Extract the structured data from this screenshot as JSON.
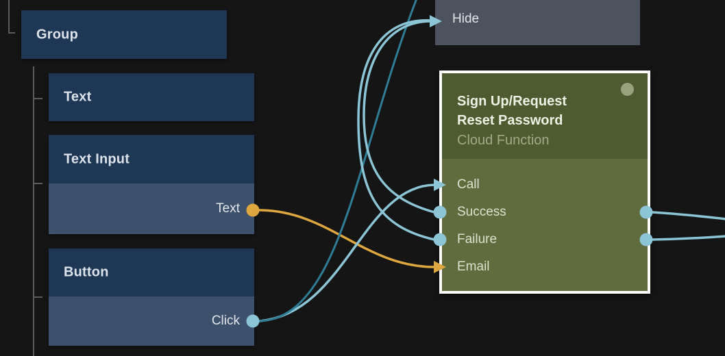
{
  "colors": {
    "background": "#151515",
    "tree_line": "#5c5c5c",
    "node_header_blue": "#1d3755",
    "node_body_blue": "#3e516c",
    "hide_node_gray": "#4d525f",
    "function_header_green": "#4e5a30",
    "function_body_green": "#606b3e",
    "function_selected_border": "#fbfbfb",
    "status_dot_green": "#99a27d",
    "connection_signal_light": "#8bc5d6",
    "connection_signal_dark": "#2f7d96",
    "connection_data_orange": "#dda63e"
  },
  "tree_panel": {
    "group_node": {
      "title": "Group"
    },
    "text_node": {
      "title": "Text"
    },
    "text_input_node": {
      "title": "Text Input",
      "output_port": {
        "label": "Text"
      }
    },
    "button_node": {
      "title": "Button",
      "output_port": {
        "label": "Click"
      }
    }
  },
  "hide_node": {
    "input_port": {
      "label": "Hide"
    }
  },
  "function_node": {
    "title_line1": "Sign Up/Request",
    "title_line2": "Reset Password",
    "subtitle": "Cloud Function",
    "input_ports": [
      {
        "label": "Call"
      },
      {
        "label": "Success"
      },
      {
        "label": "Failure"
      },
      {
        "label": "Email"
      }
    ],
    "output_ports": [
      {
        "label": "Success"
      },
      {
        "label": "Failure"
      }
    ]
  },
  "connections": [
    {
      "from": "Text Input / Text",
      "to": "Sign Up-Request Reset Password / Email",
      "color": "#dda63e"
    },
    {
      "from": "Button / Click",
      "to": "Sign Up-Request Reset Password / Call",
      "color": "#8bc5d6"
    },
    {
      "from": "Button / Click",
      "to": "off-screen-top",
      "color": "#2f7d96"
    },
    {
      "from": "Sign Up-Request Reset Password / Success",
      "to": "Hide",
      "color": "#8bc5d6"
    },
    {
      "from": "Sign Up-Request Reset Password / Failure",
      "to": "Hide",
      "color": "#8bc5d6"
    },
    {
      "from": "Sign Up-Request Reset Password / Success",
      "to": "off-screen-right",
      "color": "#8bc5d6"
    },
    {
      "from": "Sign Up-Request Reset Password / Failure",
      "to": "off-screen-right",
      "color": "#8bc5d6"
    }
  ]
}
